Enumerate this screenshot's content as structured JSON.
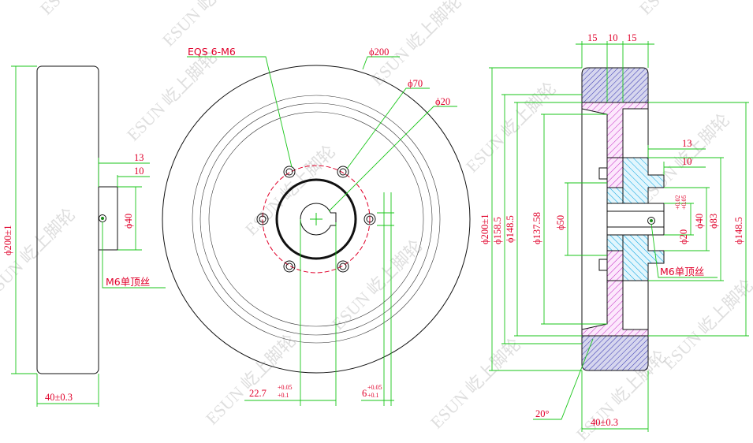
{
  "watermark": {
    "text": "ESUN 屹上脚轮"
  },
  "side_view": {
    "diameter": "ϕ200±1",
    "hub_offset": "13",
    "hub_length": "10",
    "hub_diameter": "ϕ40",
    "set_screw": "M6单顶丝",
    "width": "40±0.3"
  },
  "front_view": {
    "bolt_holes": "EQS 6-M6",
    "outer_diameter": "ϕ200",
    "bolt_circle": "ϕ70",
    "bore": "ϕ20",
    "keyway_depth": "22.7",
    "keyway_depth_tol_upper": "+0.05",
    "keyway_depth_tol_lower": "+0.1",
    "keyway_width": "6",
    "keyway_width_tol_upper": "+0.05",
    "keyway_width_tol_lower": "+0.1"
  },
  "section_view": {
    "top_dims": [
      "15",
      "10",
      "15"
    ],
    "d_outer": "ϕ200±1",
    "d_rim_outer": "ϕ158.5",
    "d_rim": "ϕ148.5",
    "d_rim_inner": "ϕ137.58",
    "d_hub_flange": "ϕ50",
    "hub_offset": "13",
    "hub_length": "10",
    "bore": "ϕ20",
    "bore_tol_upper": "+0.02",
    "bore_tol_lower": "+0.05",
    "d_hub": "ϕ40",
    "d_flange": "ϕ83",
    "d_right": "ϕ148.5",
    "set_screw": "M6单顶丝",
    "angle": "20°",
    "width": "40±0.3"
  },
  "colors": {
    "dimension_line": "#19c619",
    "dimension_text": "#e0002a",
    "hatch_wheel": "#c020c0",
    "hatch_hub": "#00a0e0",
    "tread": "#3030b0"
  }
}
